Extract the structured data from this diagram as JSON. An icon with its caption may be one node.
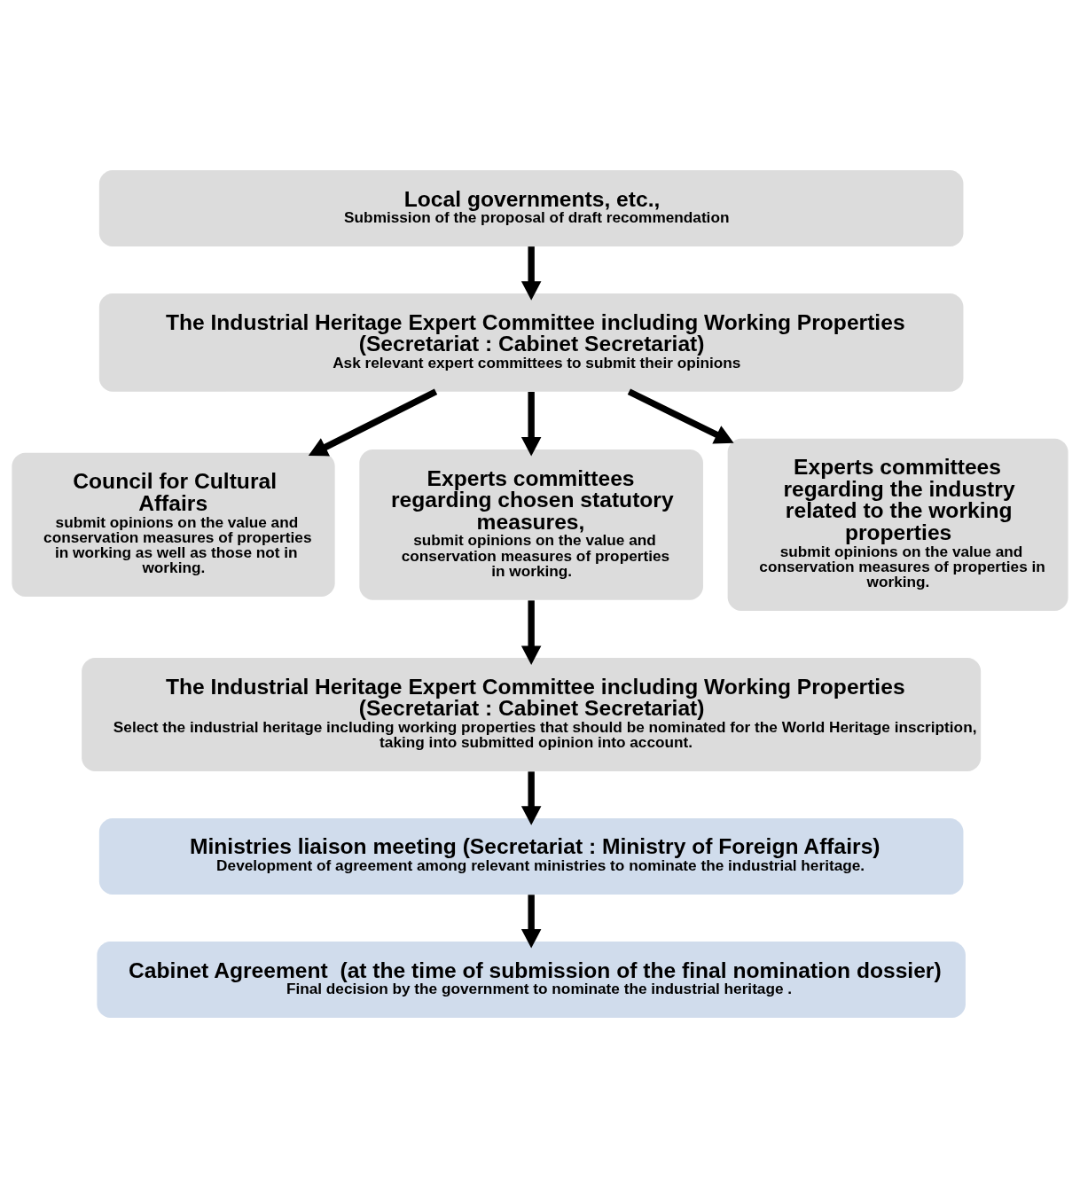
{
  "diagram": {
    "nodes": [
      {
        "text": [
          "Local governments, etc.,",
          "Submission of the proposal of draft recommendation"
        ]
      },
      {
        "text": [
          "The Industrial Heritage Expert Committee including Working Properties (Secretariat : Cabinet Secretariat)",
          "Ask relevant expert committees to submit their opinions"
        ]
      },
      {
        "text": [
          "Council for Cultural Affairs",
          "submit opinions on the value and conservation measures of properties in working as well as those not in working."
        ]
      },
      {
        "text": [
          "Experts committees regarding chosen statutory measures,",
          "submit opinions on the value and conservation measures of properties in working."
        ]
      },
      {
        "text": [
          "Experts committees regarding the industry related to the working properties",
          "submit opinions on the value and conservation measures of properties in working."
        ]
      },
      {
        "text": [
          "The Industrial Heritage Expert Committee including Working Properties (Secretariat : Cabinet Secretariat)",
          "Select the industrial heritage including working properties that should be nominated for the World Heritage inscription, taking into submitted opinion into account."
        ]
      },
      {
        "text": [
          "Ministries liaison meeting (Secretariat : Ministry of Foreign Affairs)",
          "Development of agreement among relevant ministries to nominate the industrial heritage."
        ]
      },
      {
        "text": [
          "Cabinet Agreement  (at the time of submission of the final nomination dossier)",
          "Final decision by the government to nominate the industrial heritage ."
        ]
      }
    ],
    "edges": [
      {
        "from": 0,
        "to": 1,
        "arrow": "to"
      },
      {
        "from": 1,
        "to": 2,
        "arrow": "to"
      },
      {
        "from": 1,
        "to": 3,
        "arrow": "to"
      },
      {
        "from": 1,
        "to": 4,
        "arrow": "to"
      },
      {
        "from": 3,
        "to": 5,
        "arrow": "to"
      },
      {
        "from": 5,
        "to": 6,
        "arrow": "to"
      },
      {
        "from": 6,
        "to": 7,
        "arrow": "to"
      }
    ]
  }
}
